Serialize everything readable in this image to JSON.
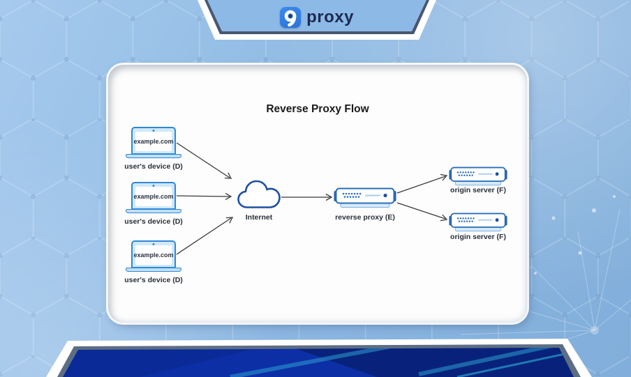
{
  "header": {
    "brand": {
      "number": "9",
      "name": "proxy"
    }
  },
  "diagram": {
    "title": "Reverse Proxy Flow",
    "devices": [
      {
        "screen_text": "example.com",
        "label": "user's device (D)"
      },
      {
        "screen_text": "example.com",
        "label": "user's device (D)"
      },
      {
        "screen_text": "example.com",
        "label": "user's device (D)"
      }
    ],
    "internet": {
      "label": "Internet"
    },
    "reverse_proxy": {
      "label": "reverse proxy (E)"
    },
    "origin_servers": [
      {
        "label": "origin server (F)"
      },
      {
        "label": "origin server (F)"
      }
    ]
  },
  "colors": {
    "brand_blue": "#2f7de0",
    "brand_navy": "#1b2a52",
    "diagram_blue": "#2a6cb8",
    "device_fill": "#cfe9fb",
    "banner_blue": "#0b2da3",
    "background_blue": "#8cb8e4",
    "arrow": "#3a3a3a"
  }
}
